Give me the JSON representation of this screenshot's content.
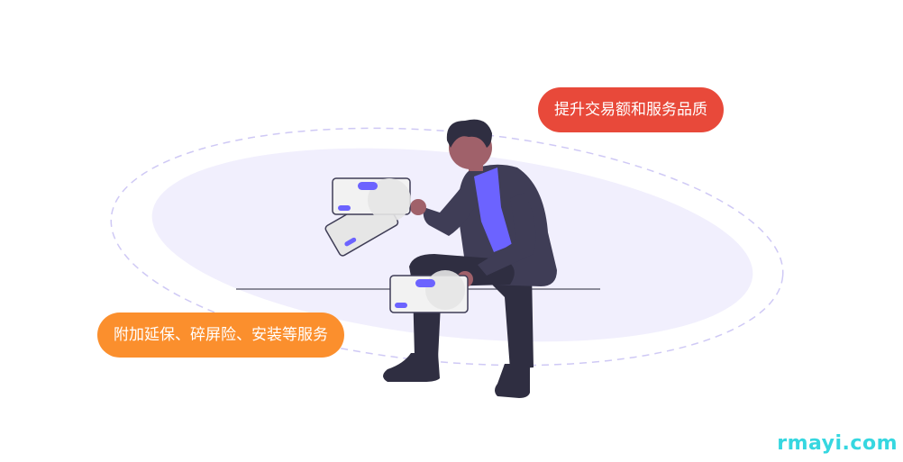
{
  "badges": {
    "top": "提升交易额和服务品质",
    "bottom": "附加延保、碎屏险、安装等服务"
  },
  "watermark": "rmayi.com",
  "colors": {
    "badge_top": "#e8493a",
    "badge_bottom": "#fb8f2d",
    "accent": "#6c63ff",
    "ellipse_fill": "#f1effd",
    "watermark": "#36d7e0"
  },
  "illustration": {
    "subject": "person-sitting-holding-cards",
    "cards": 3
  }
}
